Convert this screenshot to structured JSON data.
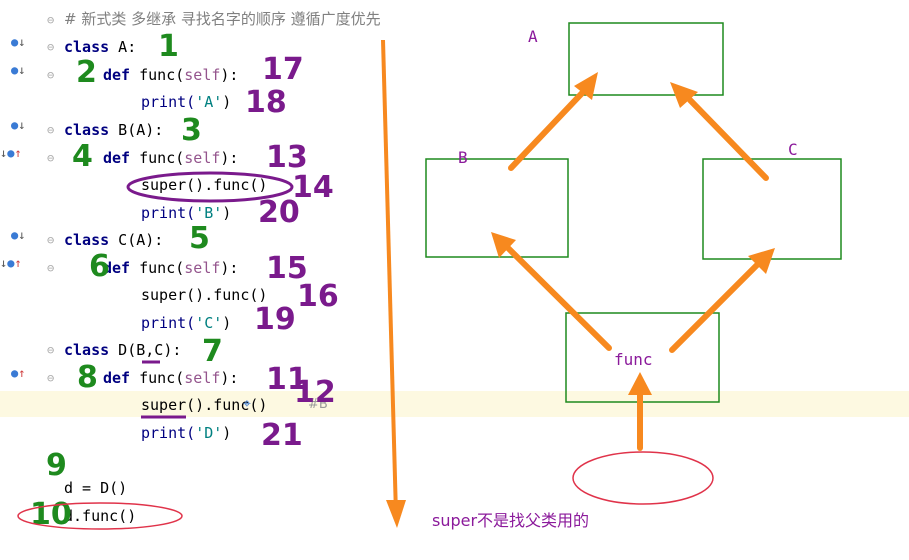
{
  "comment": "# 新式类 多继承 寻找名字的顺序 遵循广度优先",
  "code": {
    "l1_kw": "class",
    "l1_rest": " A:",
    "l2_kw": "def",
    "l2_a": " func(",
    "l2_self": "self",
    "l2_b": "):",
    "l3_a": "print(",
    "l3_str": "'A'",
    "l3_b": ")",
    "l4_kw": "class",
    "l4_rest": " B(A):",
    "l5_kw": "def",
    "l5_a": " func(",
    "l5_self": "self",
    "l5_b": "):",
    "l6": "super().func()",
    "l7_a": "print(",
    "l7_str": "'B'",
    "l7_b": ")",
    "l8_kw": "class",
    "l8_rest": " C(A):",
    "l9_kw": "def",
    "l9_a": " func(",
    "l9_self": "self",
    "l9_b": "):",
    "l10": "super().func()",
    "l11_a": "print(",
    "l11_str": "'C'",
    "l11_b": ")",
    "l12_kw": "class",
    "l12_rest": " D(B,C):",
    "l13_kw": "def",
    "l13_a": " func(",
    "l13_self": "self",
    "l13_b": "):",
    "l14": "super().func()",
    "l14_tail": "#B",
    "l15_a": "print(",
    "l15_str": "'D'",
    "l15_b": ")",
    "l16": "d = D()",
    "l17": "d.func()"
  },
  "annotations": {
    "green": [
      "1",
      "2",
      "3",
      "4",
      "5",
      "6",
      "7",
      "8",
      "9",
      "10"
    ],
    "purple": [
      "17",
      "18",
      "13",
      "14",
      "20",
      "15",
      "16",
      "19",
      "11",
      "12",
      "21"
    ]
  },
  "diagram": {
    "label_a": "A",
    "label_b": "B",
    "label_c": "C",
    "label_func": "func",
    "caption": "super不是找父类用的"
  },
  "colors": {
    "arrow": "#f7891f",
    "diagram_text": "#8b1a9b",
    "box": "#1e8a1e",
    "ellipse": "#e0334a",
    "highlight": "#fdf9e1"
  }
}
